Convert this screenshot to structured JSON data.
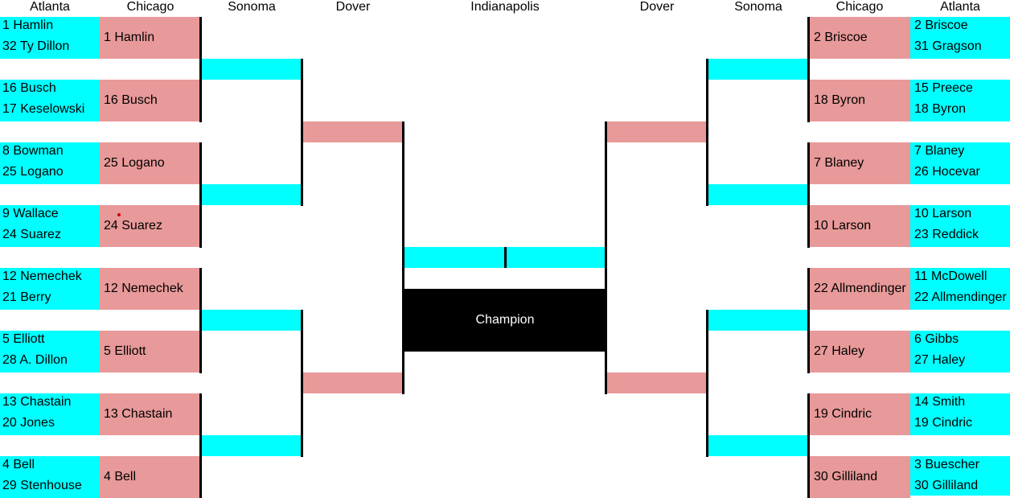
{
  "headers": {
    "left_atlanta": "Atlanta",
    "left_chicago": "Chicago",
    "left_sonoma": "Sonoma",
    "left_dover": "Dover",
    "center": "Indianapolis",
    "right_dover": "Dover",
    "right_sonoma": "Sonoma",
    "right_chicago": "Chicago",
    "right_atlanta": "Atlanta"
  },
  "left": {
    "atlanta": [
      {
        "top": "1 Hamlin",
        "bottom": "32 Ty Dillon"
      },
      {
        "top": "16 Busch",
        "bottom": "17 Keselowski"
      },
      {
        "top": "8 Bowman",
        "bottom": "25 Logano"
      },
      {
        "top": "9 Wallace",
        "bottom": "24 Suarez"
      },
      {
        "top": "12 Nemechek",
        "bottom": "21 Berry"
      },
      {
        "top": "5 Elliott",
        "bottom": "28 A. Dillon"
      },
      {
        "top": "13 Chastain",
        "bottom": "20 Jones"
      },
      {
        "top": "4 Bell",
        "bottom": "29 Stenhouse"
      }
    ],
    "chicago": [
      "1 Hamlin",
      "16 Busch",
      "25 Logano",
      "24 Suarez",
      "12 Nemechek",
      "5 Elliott",
      "13 Chastain",
      "4 Bell"
    ]
  },
  "right": {
    "atlanta": [
      {
        "top": "2 Briscoe",
        "bottom": "31 Gragson"
      },
      {
        "top": "15 Preece",
        "bottom": "18 Byron"
      },
      {
        "top": "7 Blaney",
        "bottom": "26 Hocevar"
      },
      {
        "top": "10 Larson",
        "bottom": "23 Reddick"
      },
      {
        "top": "11 McDowell",
        "bottom": "22 Allmendinger"
      },
      {
        "top": "6 Gibbs",
        "bottom": "27 Haley"
      },
      {
        "top": "14 Smith",
        "bottom": "19 Cindric"
      },
      {
        "top": "3 Buescher",
        "bottom": "30 Gilliland"
      }
    ],
    "chicago": [
      "2 Briscoe",
      "18 Byron",
      "7 Blaney",
      "10 Larson",
      "22 Allmendinger",
      "27 Haley",
      "19 Cindric",
      "30 Gilliland"
    ]
  },
  "champion_label": "Champion",
  "colors": {
    "cyan": "#00ffff",
    "pink": "#e89999",
    "line": "#000000",
    "champion_bg": "#000000"
  }
}
